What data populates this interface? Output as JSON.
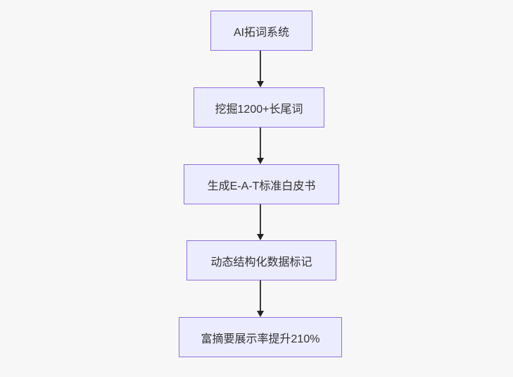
{
  "flowchart": {
    "type": "vertical-flow",
    "nodes": [
      {
        "id": "node-1",
        "label": "AI拓词系统"
      },
      {
        "id": "node-2",
        "label": "挖掘1200+长尾词"
      },
      {
        "id": "node-3",
        "label": "生成E-A-T标准白皮书"
      },
      {
        "id": "node-4",
        "label": "动态结构化数据标记"
      },
      {
        "id": "node-5",
        "label": "富摘要展示率提升210%"
      }
    ],
    "edges": [
      {
        "from": "node-1",
        "to": "node-2"
      },
      {
        "from": "node-2",
        "to": "node-3"
      },
      {
        "from": "node-3",
        "to": "node-4"
      },
      {
        "from": "node-4",
        "to": "node-5"
      }
    ],
    "colors": {
      "background": "#F7F7F7",
      "node_fill": "#ECECFF",
      "node_border": "#9370DB",
      "text": "#333333",
      "arrow": "#383838"
    }
  }
}
